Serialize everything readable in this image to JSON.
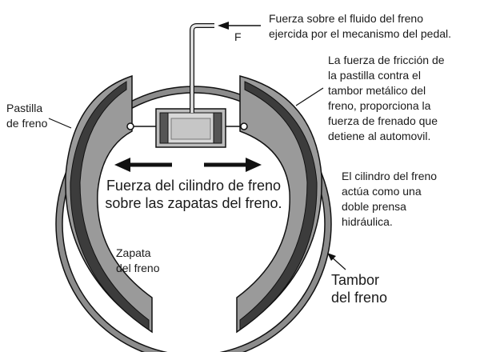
{
  "labels": {
    "force_symbol": "F",
    "fluid_force": "Fuerza sobre el fluido del freno\nejercida por el mecanismo del pedal.",
    "friction_force": "La fuerza de fricción de\nla pastilla contra el\ntambor metálico del\nfreno, proporciona la\nfuerza de frenado que\ndetiene al automovil.",
    "brake_pad": "Pastilla\nde freno",
    "cylinder_force": "Fuerza del cilindro de freno\nsobre las zapatas del freno.",
    "cylinder_press": "El cilindro del freno\nactúa como una\ndoble prensa\nhidráulica.",
    "brake_shoe": "Zapata\ndel freno",
    "brake_drum": "Tambor\ndel freno"
  },
  "colors": {
    "drum": "#8c8c8c",
    "shoe": "#9a9a9a",
    "pad": "#3c3c3c",
    "cylinder": "#cfcfcf",
    "outline": "#111111",
    "background": "#ffffff"
  }
}
